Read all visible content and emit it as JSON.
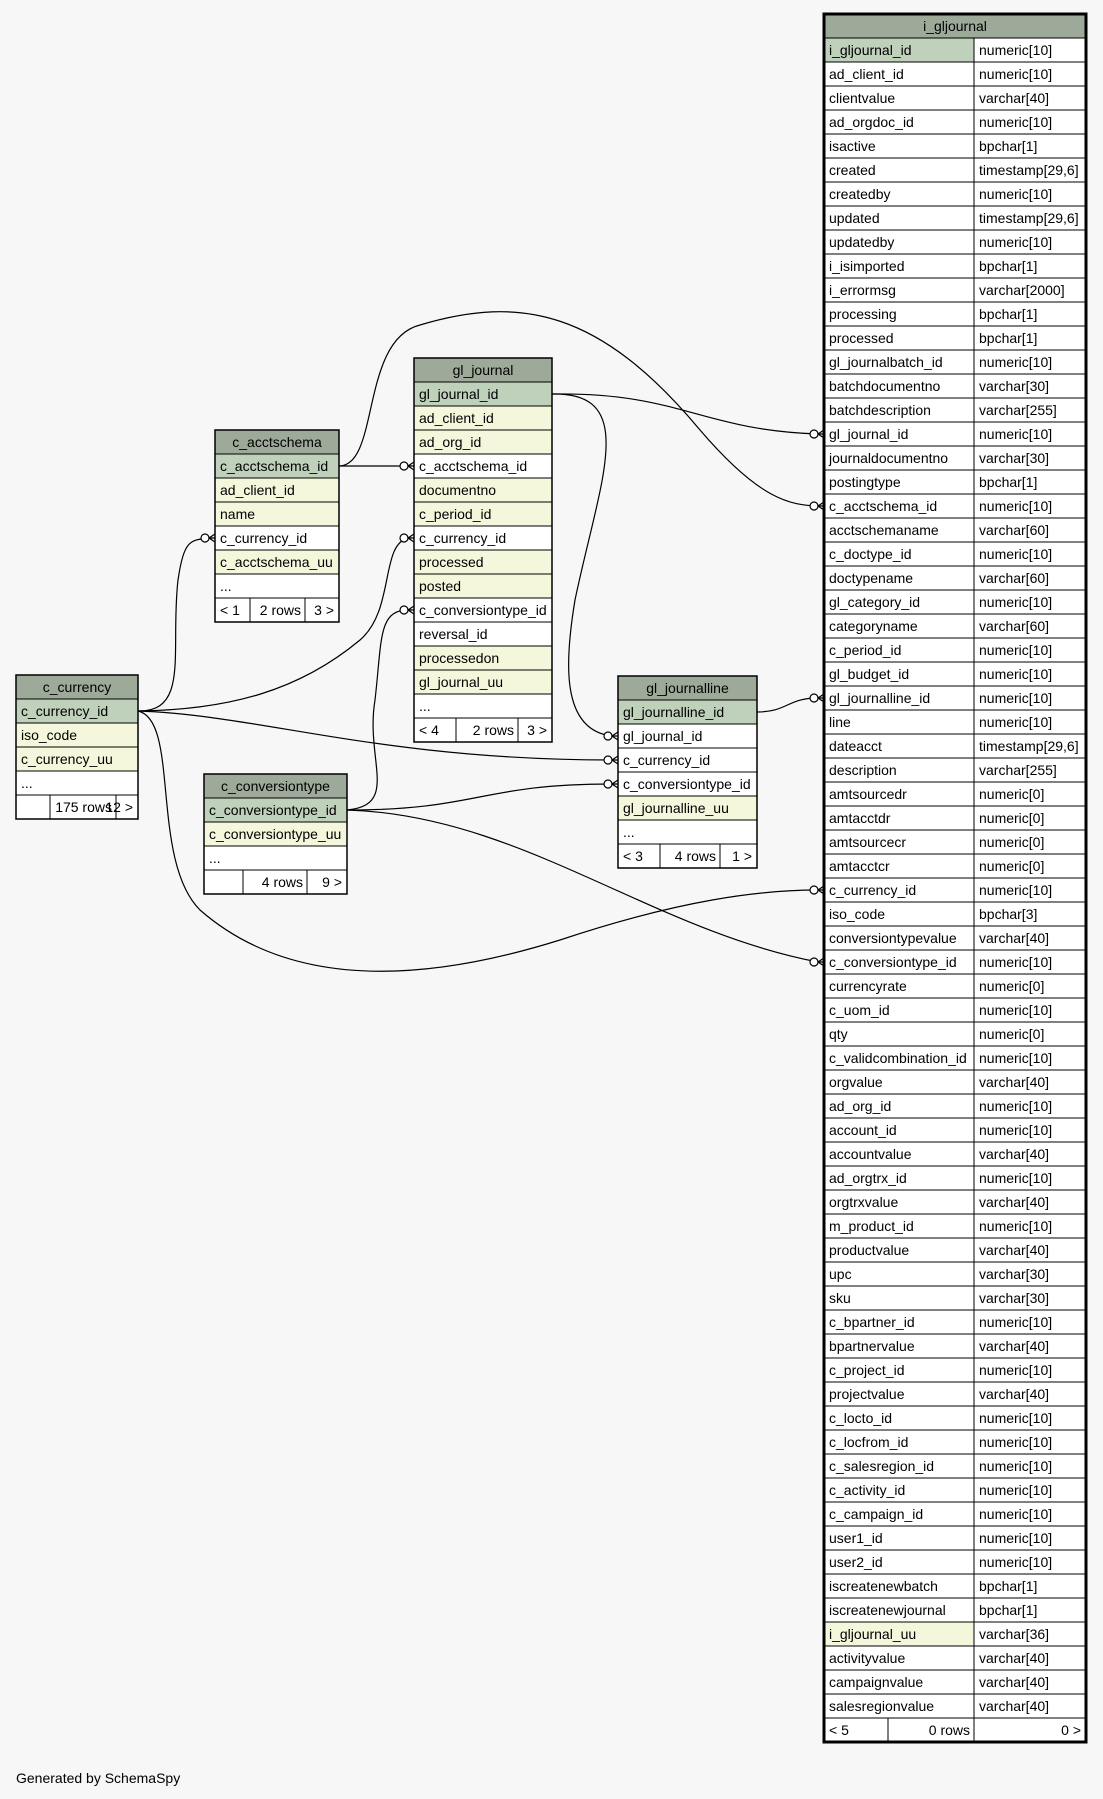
{
  "colors": {
    "header": "#9daa99",
    "primary_key": "#bfd0bb",
    "indexed": "#f4f7dc",
    "plain": "#ffffff",
    "border": "#000000",
    "background": "#f7f7f7"
  },
  "tables": {
    "c_currency": {
      "name": "c_currency",
      "rows": [
        {
          "col": "c_currency_id",
          "kind": "pk"
        },
        {
          "col": "iso_code",
          "kind": "idx"
        },
        {
          "col": "c_currency_uu",
          "kind": "idx"
        },
        {
          "col": "...",
          "kind": "plain"
        }
      ],
      "footer": [
        "",
        "175 rows",
        "12 >"
      ]
    },
    "c_acctschema": {
      "name": "c_acctschema",
      "rows": [
        {
          "col": "c_acctschema_id",
          "kind": "pk"
        },
        {
          "col": "ad_client_id",
          "kind": "idx"
        },
        {
          "col": "name",
          "kind": "idx"
        },
        {
          "col": "c_currency_id",
          "kind": "plain"
        },
        {
          "col": "c_acctschema_uu",
          "kind": "idx"
        },
        {
          "col": "...",
          "kind": "plain"
        }
      ],
      "footer": [
        "< 1",
        "2 rows",
        "3 >"
      ]
    },
    "c_conversiontype": {
      "name": "c_conversiontype",
      "rows": [
        {
          "col": "c_conversiontype_id",
          "kind": "pk"
        },
        {
          "col": "c_conversiontype_uu",
          "kind": "idx"
        },
        {
          "col": "...",
          "kind": "plain"
        }
      ],
      "footer": [
        "",
        "4 rows",
        "9 >"
      ]
    },
    "gl_journal": {
      "name": "gl_journal",
      "rows": [
        {
          "col": "gl_journal_id",
          "kind": "pk"
        },
        {
          "col": "ad_client_id",
          "kind": "idx"
        },
        {
          "col": "ad_org_id",
          "kind": "idx"
        },
        {
          "col": "c_acctschema_id",
          "kind": "plain"
        },
        {
          "col": "documentno",
          "kind": "idx"
        },
        {
          "col": "c_period_id",
          "kind": "idx"
        },
        {
          "col": "c_currency_id",
          "kind": "plain"
        },
        {
          "col": "processed",
          "kind": "idx"
        },
        {
          "col": "posted",
          "kind": "idx"
        },
        {
          "col": "c_conversiontype_id",
          "kind": "plain"
        },
        {
          "col": "reversal_id",
          "kind": "plain"
        },
        {
          "col": "processedon",
          "kind": "idx"
        },
        {
          "col": "gl_journal_uu",
          "kind": "idx"
        },
        {
          "col": "...",
          "kind": "plain"
        }
      ],
      "footer": [
        "< 4",
        "2 rows",
        "3 >"
      ]
    },
    "gl_journalline": {
      "name": "gl_journalline",
      "rows": [
        {
          "col": "gl_journalline_id",
          "kind": "pk"
        },
        {
          "col": "gl_journal_id",
          "kind": "plain"
        },
        {
          "col": "c_currency_id",
          "kind": "plain"
        },
        {
          "col": "c_conversiontype_id",
          "kind": "plain"
        },
        {
          "col": "gl_journalline_uu",
          "kind": "idx"
        },
        {
          "col": "...",
          "kind": "plain"
        }
      ],
      "footer": [
        "< 3",
        "4 rows",
        "1 >"
      ]
    },
    "i_gljournal": {
      "name": "i_gljournal",
      "rows": [
        {
          "col": "i_gljournal_id",
          "type": "numeric[10]",
          "kind": "pk"
        },
        {
          "col": "ad_client_id",
          "type": "numeric[10]",
          "kind": "plain"
        },
        {
          "col": "clientvalue",
          "type": "varchar[40]",
          "kind": "plain"
        },
        {
          "col": "ad_orgdoc_id",
          "type": "numeric[10]",
          "kind": "plain"
        },
        {
          "col": "isactive",
          "type": "bpchar[1]",
          "kind": "plain"
        },
        {
          "col": "created",
          "type": "timestamp[29,6]",
          "kind": "plain"
        },
        {
          "col": "createdby",
          "type": "numeric[10]",
          "kind": "plain"
        },
        {
          "col": "updated",
          "type": "timestamp[29,6]",
          "kind": "plain"
        },
        {
          "col": "updatedby",
          "type": "numeric[10]",
          "kind": "plain"
        },
        {
          "col": "i_isimported",
          "type": "bpchar[1]",
          "kind": "plain"
        },
        {
          "col": "i_errormsg",
          "type": "varchar[2000]",
          "kind": "plain"
        },
        {
          "col": "processing",
          "type": "bpchar[1]",
          "kind": "plain"
        },
        {
          "col": "processed",
          "type": "bpchar[1]",
          "kind": "plain"
        },
        {
          "col": "gl_journalbatch_id",
          "type": "numeric[10]",
          "kind": "plain"
        },
        {
          "col": "batchdocumentno",
          "type": "varchar[30]",
          "kind": "plain"
        },
        {
          "col": "batchdescription",
          "type": "varchar[255]",
          "kind": "plain"
        },
        {
          "col": "gl_journal_id",
          "type": "numeric[10]",
          "kind": "plain"
        },
        {
          "col": "journaldocumentno",
          "type": "varchar[30]",
          "kind": "plain"
        },
        {
          "col": "postingtype",
          "type": "bpchar[1]",
          "kind": "plain"
        },
        {
          "col": "c_acctschema_id",
          "type": "numeric[10]",
          "kind": "plain"
        },
        {
          "col": "acctschemaname",
          "type": "varchar[60]",
          "kind": "plain"
        },
        {
          "col": "c_doctype_id",
          "type": "numeric[10]",
          "kind": "plain"
        },
        {
          "col": "doctypename",
          "type": "varchar[60]",
          "kind": "plain"
        },
        {
          "col": "gl_category_id",
          "type": "numeric[10]",
          "kind": "plain"
        },
        {
          "col": "categoryname",
          "type": "varchar[60]",
          "kind": "plain"
        },
        {
          "col": "c_period_id",
          "type": "numeric[10]",
          "kind": "plain"
        },
        {
          "col": "gl_budget_id",
          "type": "numeric[10]",
          "kind": "plain"
        },
        {
          "col": "gl_journalline_id",
          "type": "numeric[10]",
          "kind": "plain"
        },
        {
          "col": "line",
          "type": "numeric[10]",
          "kind": "plain"
        },
        {
          "col": "dateacct",
          "type": "timestamp[29,6]",
          "kind": "plain"
        },
        {
          "col": "description",
          "type": "varchar[255]",
          "kind": "plain"
        },
        {
          "col": "amtsourcedr",
          "type": "numeric[0]",
          "kind": "plain"
        },
        {
          "col": "amtacctdr",
          "type": "numeric[0]",
          "kind": "plain"
        },
        {
          "col": "amtsourcecr",
          "type": "numeric[0]",
          "kind": "plain"
        },
        {
          "col": "amtacctcr",
          "type": "numeric[0]",
          "kind": "plain"
        },
        {
          "col": "c_currency_id",
          "type": "numeric[10]",
          "kind": "plain"
        },
        {
          "col": "iso_code",
          "type": "bpchar[3]",
          "kind": "plain"
        },
        {
          "col": "conversiontypevalue",
          "type": "varchar[40]",
          "kind": "plain"
        },
        {
          "col": "c_conversiontype_id",
          "type": "numeric[10]",
          "kind": "plain"
        },
        {
          "col": "currencyrate",
          "type": "numeric[0]",
          "kind": "plain"
        },
        {
          "col": "c_uom_id",
          "type": "numeric[10]",
          "kind": "plain"
        },
        {
          "col": "qty",
          "type": "numeric[0]",
          "kind": "plain"
        },
        {
          "col": "c_validcombination_id",
          "type": "numeric[10]",
          "kind": "plain"
        },
        {
          "col": "orgvalue",
          "type": "varchar[40]",
          "kind": "plain"
        },
        {
          "col": "ad_org_id",
          "type": "numeric[10]",
          "kind": "plain"
        },
        {
          "col": "account_id",
          "type": "numeric[10]",
          "kind": "plain"
        },
        {
          "col": "accountvalue",
          "type": "varchar[40]",
          "kind": "plain"
        },
        {
          "col": "ad_orgtrx_id",
          "type": "numeric[10]",
          "kind": "plain"
        },
        {
          "col": "orgtrxvalue",
          "type": "varchar[40]",
          "kind": "plain"
        },
        {
          "col": "m_product_id",
          "type": "numeric[10]",
          "kind": "plain"
        },
        {
          "col": "productvalue",
          "type": "varchar[40]",
          "kind": "plain"
        },
        {
          "col": "upc",
          "type": "varchar[30]",
          "kind": "plain"
        },
        {
          "col": "sku",
          "type": "varchar[30]",
          "kind": "plain"
        },
        {
          "col": "c_bpartner_id",
          "type": "numeric[10]",
          "kind": "plain"
        },
        {
          "col": "bpartnervalue",
          "type": "varchar[40]",
          "kind": "plain"
        },
        {
          "col": "c_project_id",
          "type": "numeric[10]",
          "kind": "plain"
        },
        {
          "col": "projectvalue",
          "type": "varchar[40]",
          "kind": "plain"
        },
        {
          "col": "c_locto_id",
          "type": "numeric[10]",
          "kind": "plain"
        },
        {
          "col": "c_locfrom_id",
          "type": "numeric[10]",
          "kind": "plain"
        },
        {
          "col": "c_salesregion_id",
          "type": "numeric[10]",
          "kind": "plain"
        },
        {
          "col": "c_activity_id",
          "type": "numeric[10]",
          "kind": "plain"
        },
        {
          "col": "c_campaign_id",
          "type": "numeric[10]",
          "kind": "plain"
        },
        {
          "col": "user1_id",
          "type": "numeric[10]",
          "kind": "plain"
        },
        {
          "col": "user2_id",
          "type": "numeric[10]",
          "kind": "plain"
        },
        {
          "col": "iscreatenewbatch",
          "type": "bpchar[1]",
          "kind": "plain"
        },
        {
          "col": "iscreatenewjournal",
          "type": "bpchar[1]",
          "kind": "plain"
        },
        {
          "col": "i_gljournal_uu",
          "type": "varchar[36]",
          "kind": "idx"
        },
        {
          "col": "activityvalue",
          "type": "varchar[40]",
          "kind": "plain"
        },
        {
          "col": "campaignvalue",
          "type": "varchar[40]",
          "kind": "plain"
        },
        {
          "col": "salesregionvalue",
          "type": "varchar[40]",
          "kind": "plain"
        }
      ],
      "footer": [
        "< 5",
        "0 rows",
        "0 >"
      ]
    }
  },
  "relationships": [
    {
      "from_table": "c_acctschema",
      "from_col": "c_acctschema_id",
      "to_table": "gl_journal",
      "to_col": "c_acctschema_id"
    },
    {
      "from_table": "c_acctschema",
      "from_col": "c_acctschema_id",
      "to_table": "i_gljournal",
      "to_col": "c_acctschema_id"
    },
    {
      "from_table": "c_currency",
      "from_col": "c_currency_id",
      "to_table": "c_acctschema",
      "to_col": "c_currency_id"
    },
    {
      "from_table": "c_currency",
      "from_col": "c_currency_id",
      "to_table": "gl_journal",
      "to_col": "c_currency_id"
    },
    {
      "from_table": "c_currency",
      "from_col": "c_currency_id",
      "to_table": "gl_journalline",
      "to_col": "c_currency_id"
    },
    {
      "from_table": "c_currency",
      "from_col": "c_currency_id",
      "to_table": "i_gljournal",
      "to_col": "c_currency_id"
    },
    {
      "from_table": "c_conversiontype",
      "from_col": "c_conversiontype_id",
      "to_table": "gl_journal",
      "to_col": "c_conversiontype_id"
    },
    {
      "from_table": "c_conversiontype",
      "from_col": "c_conversiontype_id",
      "to_table": "gl_journalline",
      "to_col": "c_conversiontype_id"
    },
    {
      "from_table": "c_conversiontype",
      "from_col": "c_conversiontype_id",
      "to_table": "i_gljournal",
      "to_col": "c_conversiontype_id"
    },
    {
      "from_table": "gl_journal",
      "from_col": "gl_journal_id",
      "to_table": "gl_journalline",
      "to_col": "gl_journal_id"
    },
    {
      "from_table": "gl_journal",
      "from_col": "gl_journal_id",
      "to_table": "i_gljournal",
      "to_col": "gl_journal_id"
    },
    {
      "from_table": "gl_journalline",
      "from_col": "gl_journalline_id",
      "to_table": "i_gljournal",
      "to_col": "gl_journalline_id"
    }
  ],
  "footer_text": "Generated by SchemaSpy"
}
